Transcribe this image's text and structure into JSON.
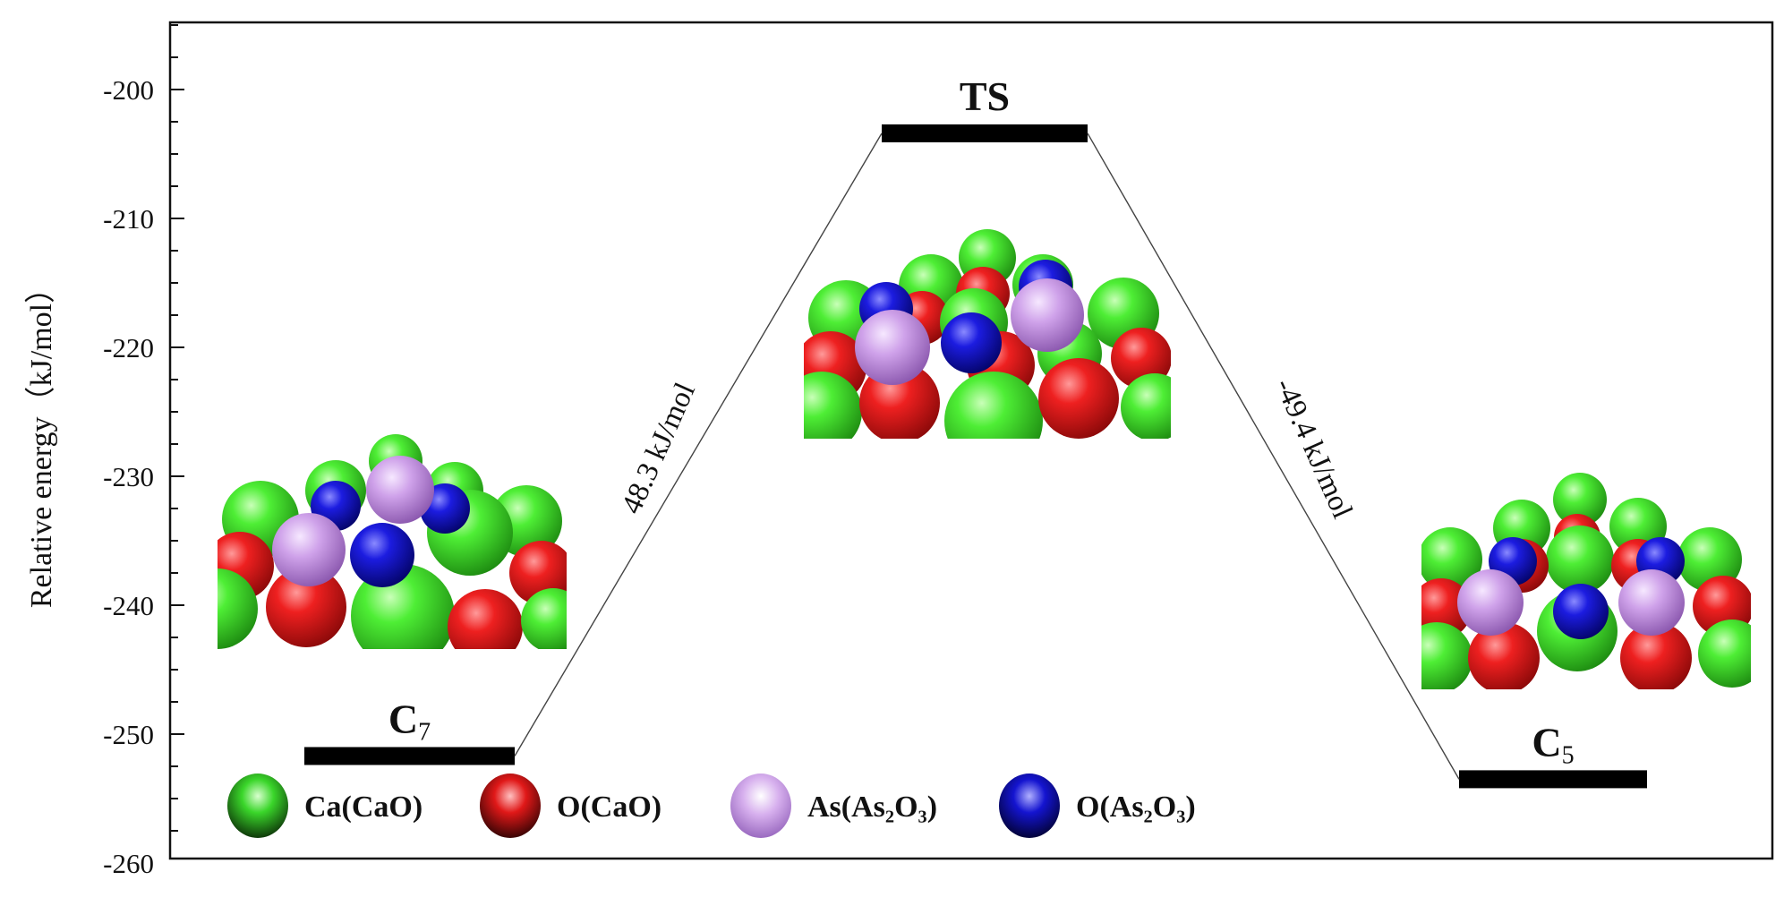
{
  "chart_data": {
    "type": "energy-profile",
    "ylabel": "Relative energy（kJ/mol）",
    "ylim": [
      -260,
      -194
    ],
    "yticks": [
      -200,
      -210,
      -220,
      -230,
      -240,
      -250,
      -260
    ],
    "grid": false,
    "levels": [
      {
        "label": "C",
        "subscript": "7",
        "x": 1,
        "energy": -251.7
      },
      {
        "label": "TS",
        "subscript": "",
        "x": 2,
        "energy": -203.4
      },
      {
        "label": "C",
        "subscript": "5",
        "x": 3,
        "energy": -253.5
      }
    ],
    "barriers": [
      {
        "text": "48.3 kJ/mol",
        "from": 0,
        "to": 1
      },
      {
        "text": "-49.4 kJ/mol",
        "from": 1,
        "to": 2
      }
    ],
    "legend": {
      "placement": "bottom-left",
      "items": [
        {
          "label": "Ca(CaO)",
          "color": "#3ee62a"
        },
        {
          "label": "O(CaO)",
          "color": "#e81818"
        },
        {
          "label": "As(As₂O₃)",
          "color": "#c99ae6"
        },
        {
          "label": "O(As₂O₃)",
          "color": "#1414d6"
        }
      ]
    },
    "structure_images": [
      "C7 cluster",
      "TS cluster",
      "C5 cluster"
    ]
  },
  "colors": {
    "ca": "#3ee62a",
    "o_cao": "#e81818",
    "as": "#c99ae6",
    "o_as": "#1414d6",
    "axis": "#111111"
  }
}
